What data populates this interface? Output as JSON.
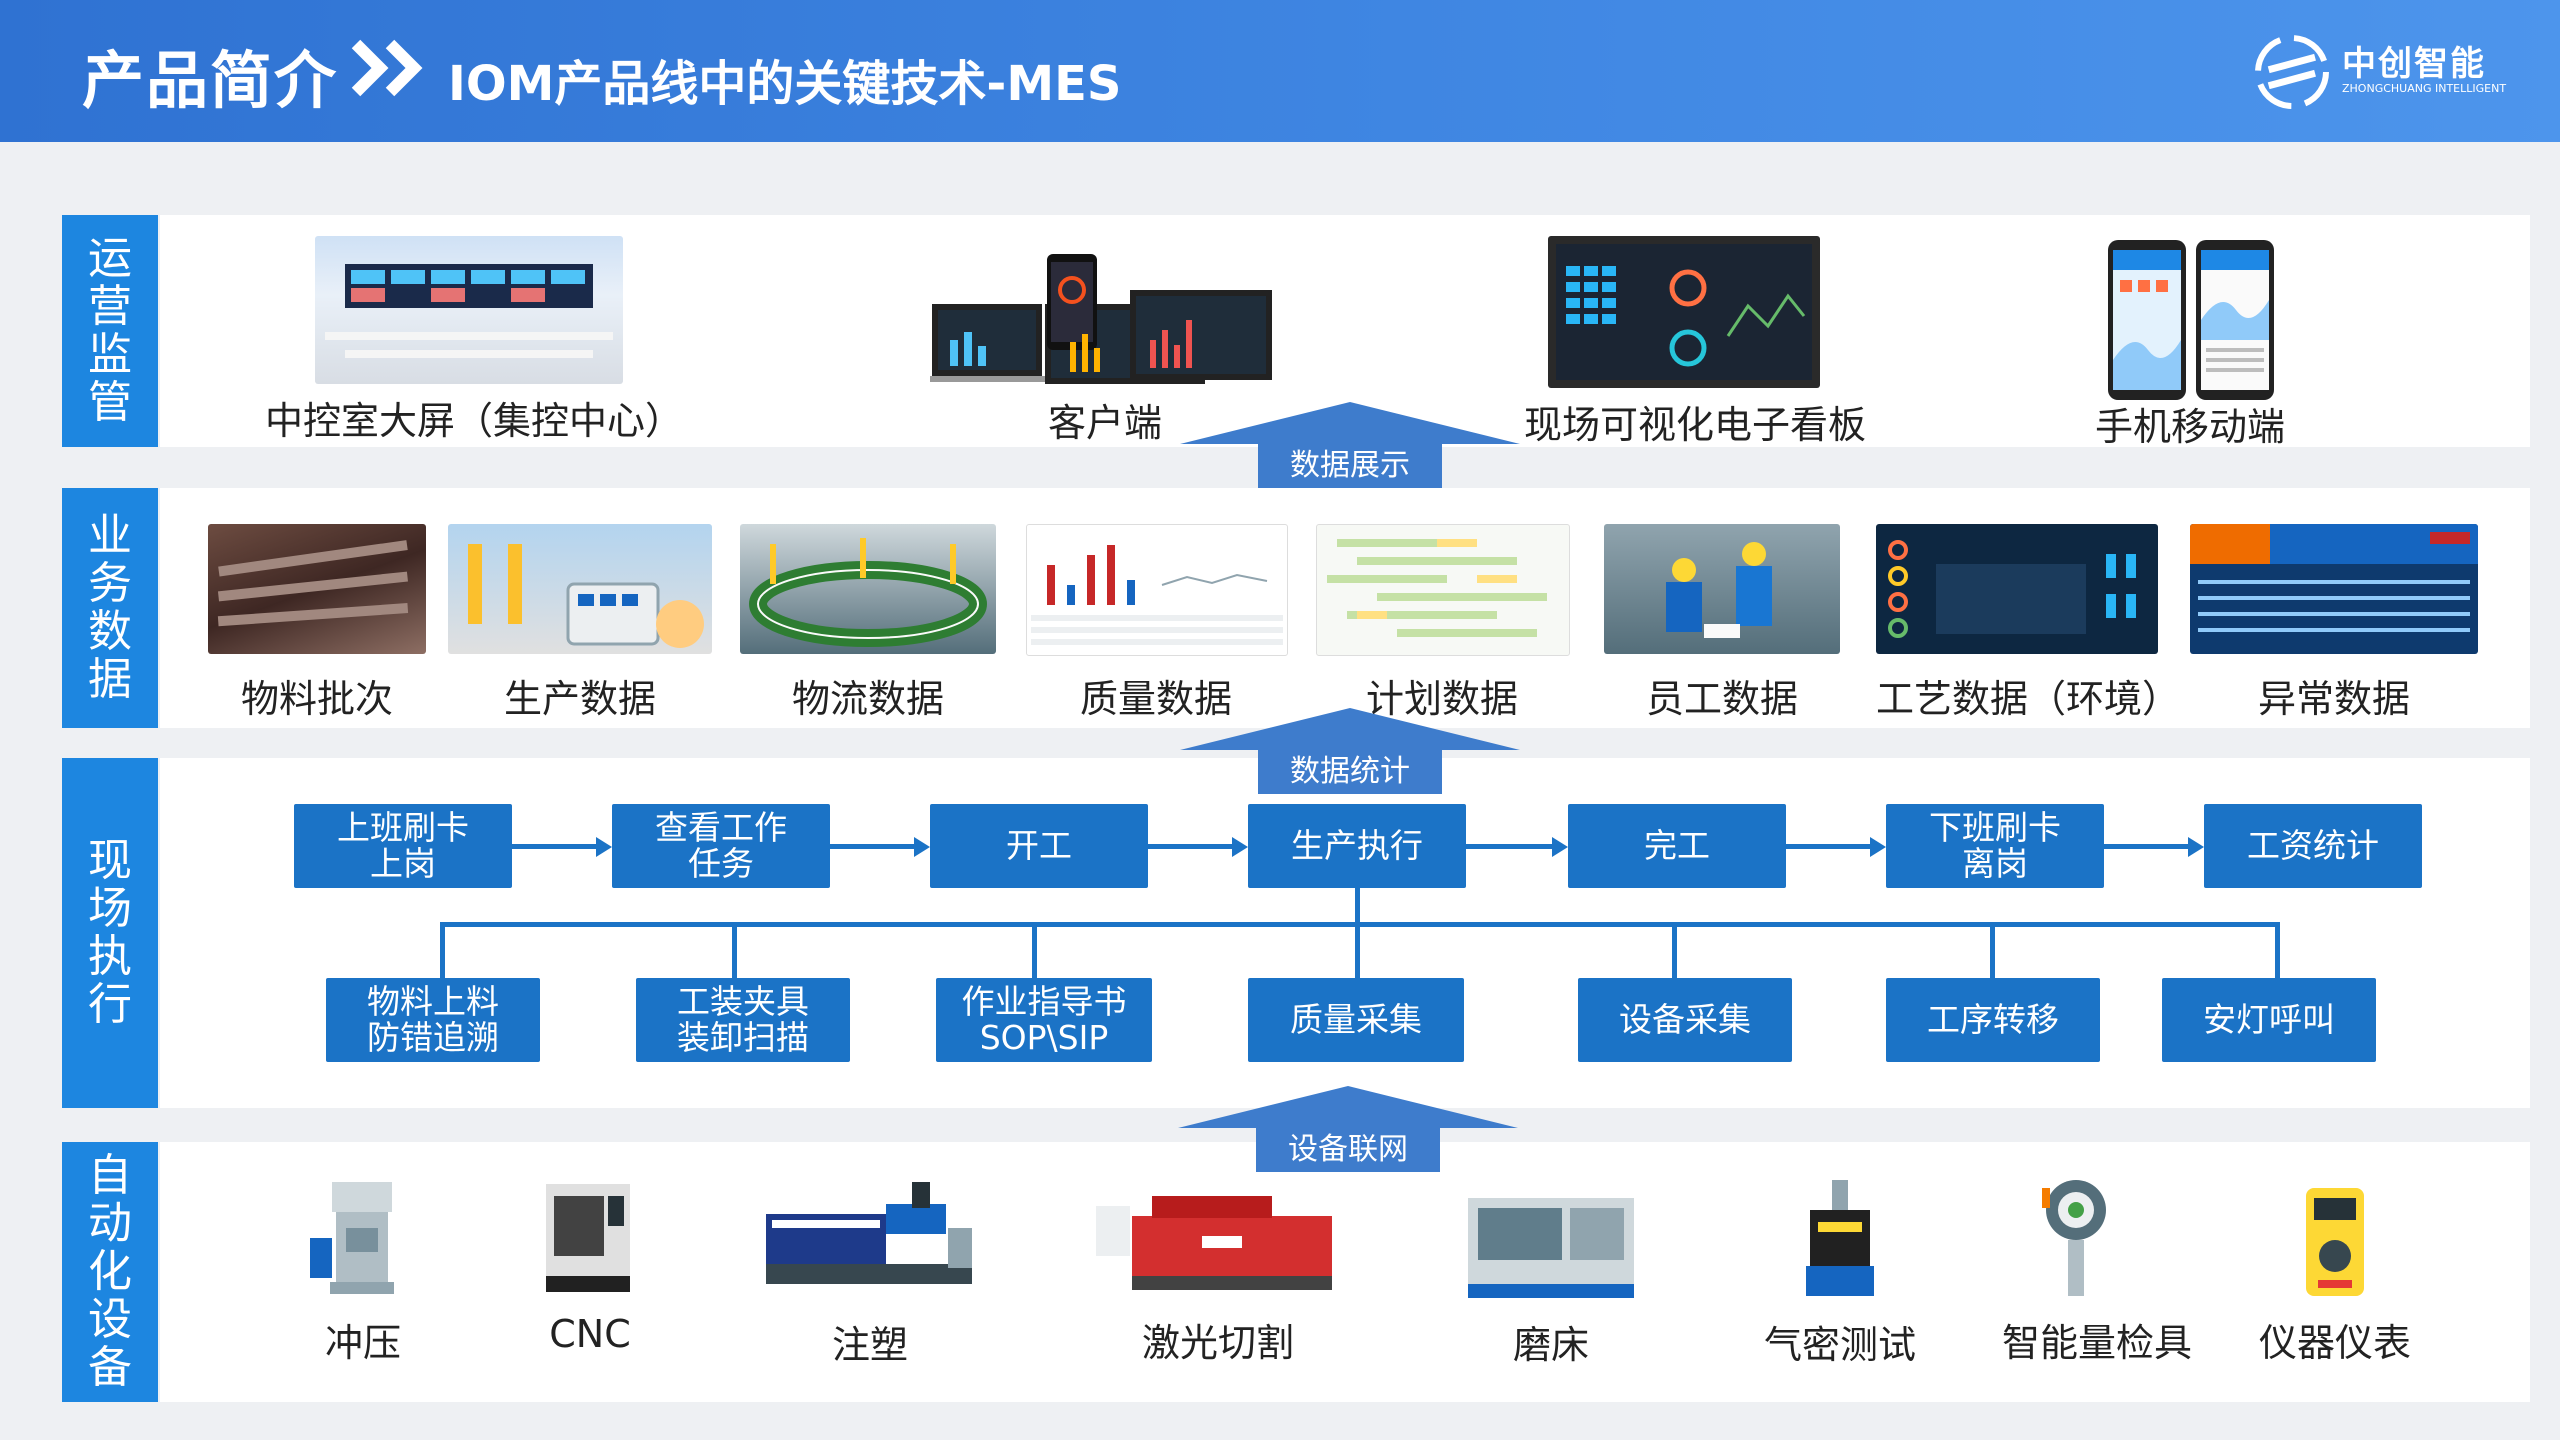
{
  "header": {
    "title": "产品简介",
    "subtitle": "IOM产品线中的关键技术-MES",
    "logo_name": "中创智能",
    "logo_en": "ZHONGCHUANG INTELLIGENT"
  },
  "rows": {
    "operations": "运营监管",
    "business": "业务数据",
    "execution": "现场执行",
    "automation": "自动化设备"
  },
  "operations_items": [
    "中控室大屏（集控中心）",
    "客户端",
    "现场可视化电子看板",
    "手机移动端"
  ],
  "arrows": {
    "display": "数据展示",
    "statistics": "数据统计",
    "network": "设备联网"
  },
  "business_items": [
    "物料批次",
    "生产数据",
    "物流数据",
    "质量数据",
    "计划数据",
    "员工数据",
    "工艺数据（环境）",
    "异常数据"
  ],
  "process_main": [
    "上班刷卡\n上岗",
    "查看工作\n任务",
    "开工",
    "生产执行",
    "完工",
    "下班刷卡\n离岗",
    "工资统计"
  ],
  "process_sub": [
    "物料上料\n防错追溯",
    "工装夹具\n装卸扫描",
    "作业指导书\nSOP\\SIP",
    "质量采集",
    "设备采集",
    "工序转移",
    "安灯呼叫"
  ],
  "devices": [
    "冲压",
    "CNC",
    "注塑",
    "激光切割",
    "磨床",
    "气密测试",
    "智能量检具",
    "仪器仪表"
  ],
  "colors": {
    "header": "#3a80de",
    "side_label": "#1d86e0",
    "process_box": "#1b73c6",
    "arrow": "#3e7ccc",
    "background": "#eef0f3"
  }
}
